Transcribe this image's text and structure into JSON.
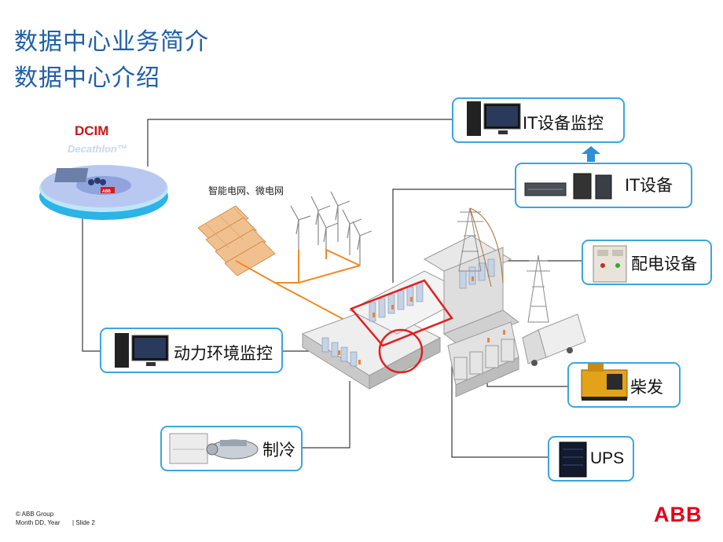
{
  "title": {
    "line1": "数据中心业务简介",
    "line2": "数据中心介绍"
  },
  "dcim": {
    "title": "DCIM",
    "product": "Decathlon™",
    "badge": "ABB"
  },
  "grid_label": "智能电网、微电网",
  "boxes": {
    "it_monitor": "IT设备监控",
    "it_equipment": "IT设备",
    "power_distribution": "配电设备",
    "power_env_monitor": "动力环境监控",
    "diesel": "柴发",
    "cooling": "制冷",
    "ups": "UPS"
  },
  "footer": {
    "copyright": "© ABB Group",
    "date": "Month DD, Year",
    "slide": "| Slide 2"
  },
  "logo": "ABB",
  "colors": {
    "title": "#1f5fa8",
    "box_border": "#3aa6dd",
    "connector": "#3a3a3a",
    "grid_line": "#f08a2a",
    "highlight": "#e02020",
    "arrow": "#2f8fd6",
    "brand": "#e2001a"
  }
}
